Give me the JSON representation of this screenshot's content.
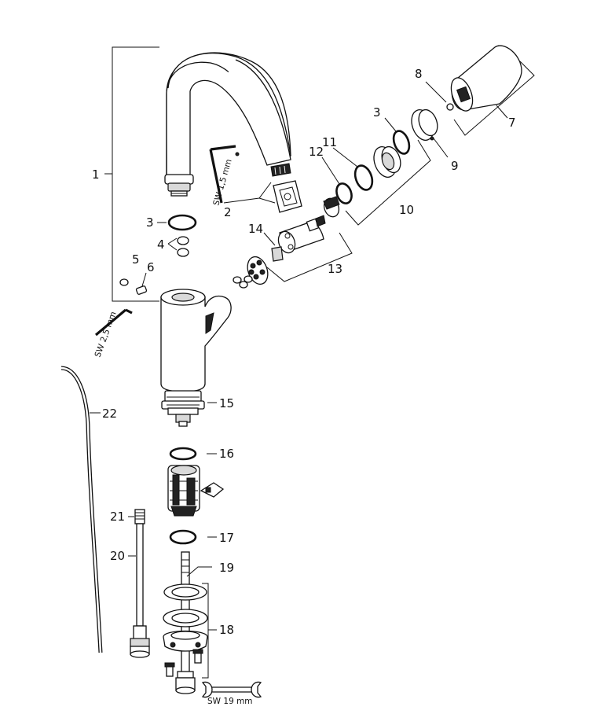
{
  "labels": {
    "l1": "1",
    "l2": "2",
    "l3a": "3",
    "l3b": "3",
    "l4": "4",
    "l5": "5",
    "l6": "6",
    "l7": "7",
    "l8": "8",
    "l9": "9",
    "l10": "10",
    "l11": "11",
    "l12": "12",
    "l13": "13",
    "l14": "14",
    "l15": "15",
    "l16": "16",
    "l17": "17",
    "l18": "18",
    "l19": "19",
    "l20": "20",
    "l21": "21",
    "l22": "22"
  },
  "tools": {
    "hex_small": "SW 1,5 mm",
    "hex_large": "SW 2,5 mm",
    "wrench": "SW 19 mm"
  }
}
